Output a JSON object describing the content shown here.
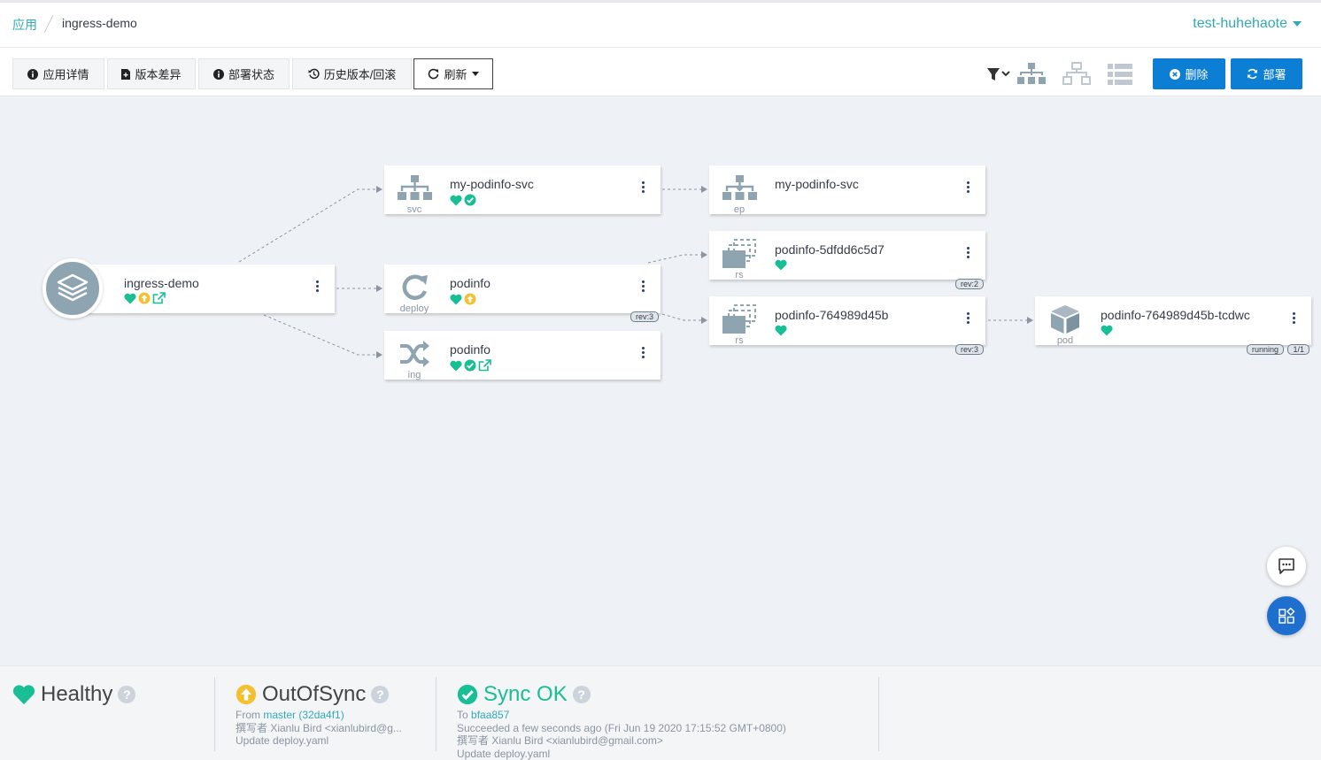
{
  "breadcrumb": {
    "app": "应用",
    "current": "ingress-demo"
  },
  "project": {
    "name": "test-huhehaote"
  },
  "toolbar": {
    "buttons": [
      {
        "icon": "info-icon",
        "label": "应用详情"
      },
      {
        "icon": "file-diff-icon",
        "label": "版本差异"
      },
      {
        "icon": "info-icon",
        "label": "部署状态"
      },
      {
        "icon": "history-icon",
        "label": "历史版本/回滚"
      },
      {
        "icon": "refresh-icon",
        "label": "刷新"
      }
    ],
    "delete_label": "删除",
    "deploy_label": "部署"
  },
  "colors": {
    "accent": "#32a9b6",
    "primary": "#0c7fd5",
    "healthy": "#18be94",
    "out_of_sync": "#f4c030",
    "node_icon": "#8fa4b1"
  },
  "graph": {
    "app": {
      "name": "ingress-demo",
      "status": [
        "healthy",
        "out-of-sync",
        "external-link"
      ]
    },
    "nodes": [
      {
        "kind": "svc",
        "name": "my-podinfo-svc",
        "status": [
          "healthy",
          "synced"
        ]
      },
      {
        "kind": "deploy",
        "name": "podinfo",
        "status": [
          "healthy",
          "out-of-sync"
        ],
        "tag": "rev:3"
      },
      {
        "kind": "ing",
        "name": "podinfo",
        "status": [
          "healthy",
          "synced",
          "external-link"
        ]
      },
      {
        "kind": "ep",
        "name": "my-podinfo-svc",
        "status": []
      },
      {
        "kind": "rs",
        "name": "podinfo-5dfdd6c5d7",
        "status": [
          "healthy"
        ],
        "tag": "rev:2"
      },
      {
        "kind": "rs",
        "name": "podinfo-764989d45b",
        "status": [
          "healthy"
        ],
        "tag": "rev:3"
      },
      {
        "kind": "pod",
        "name": "podinfo-764989d45b-tcdwc",
        "status": [
          "healthy"
        ],
        "tags": [
          "running",
          "1/1"
        ]
      }
    ]
  },
  "status": {
    "health": {
      "label": "Healthy"
    },
    "sync": {
      "label": "OutOfSync",
      "from_prefix": "From",
      "from_ref": "master (32da4f1)",
      "author": "撰写者 Xianlu Bird <xianlubird@g...",
      "message": "Update deploy.yaml"
    },
    "operation": {
      "label": "Sync OK",
      "to_prefix": "To",
      "to_ref": "bfaa857",
      "time": "Succeeded a few seconds ago (Fri Jun 19 2020 17:15:52 GMT+0800)",
      "author": "撰写者 Xianlu Bird <xianlubird@gmail.com>",
      "message": "Update deploy.yaml"
    }
  }
}
